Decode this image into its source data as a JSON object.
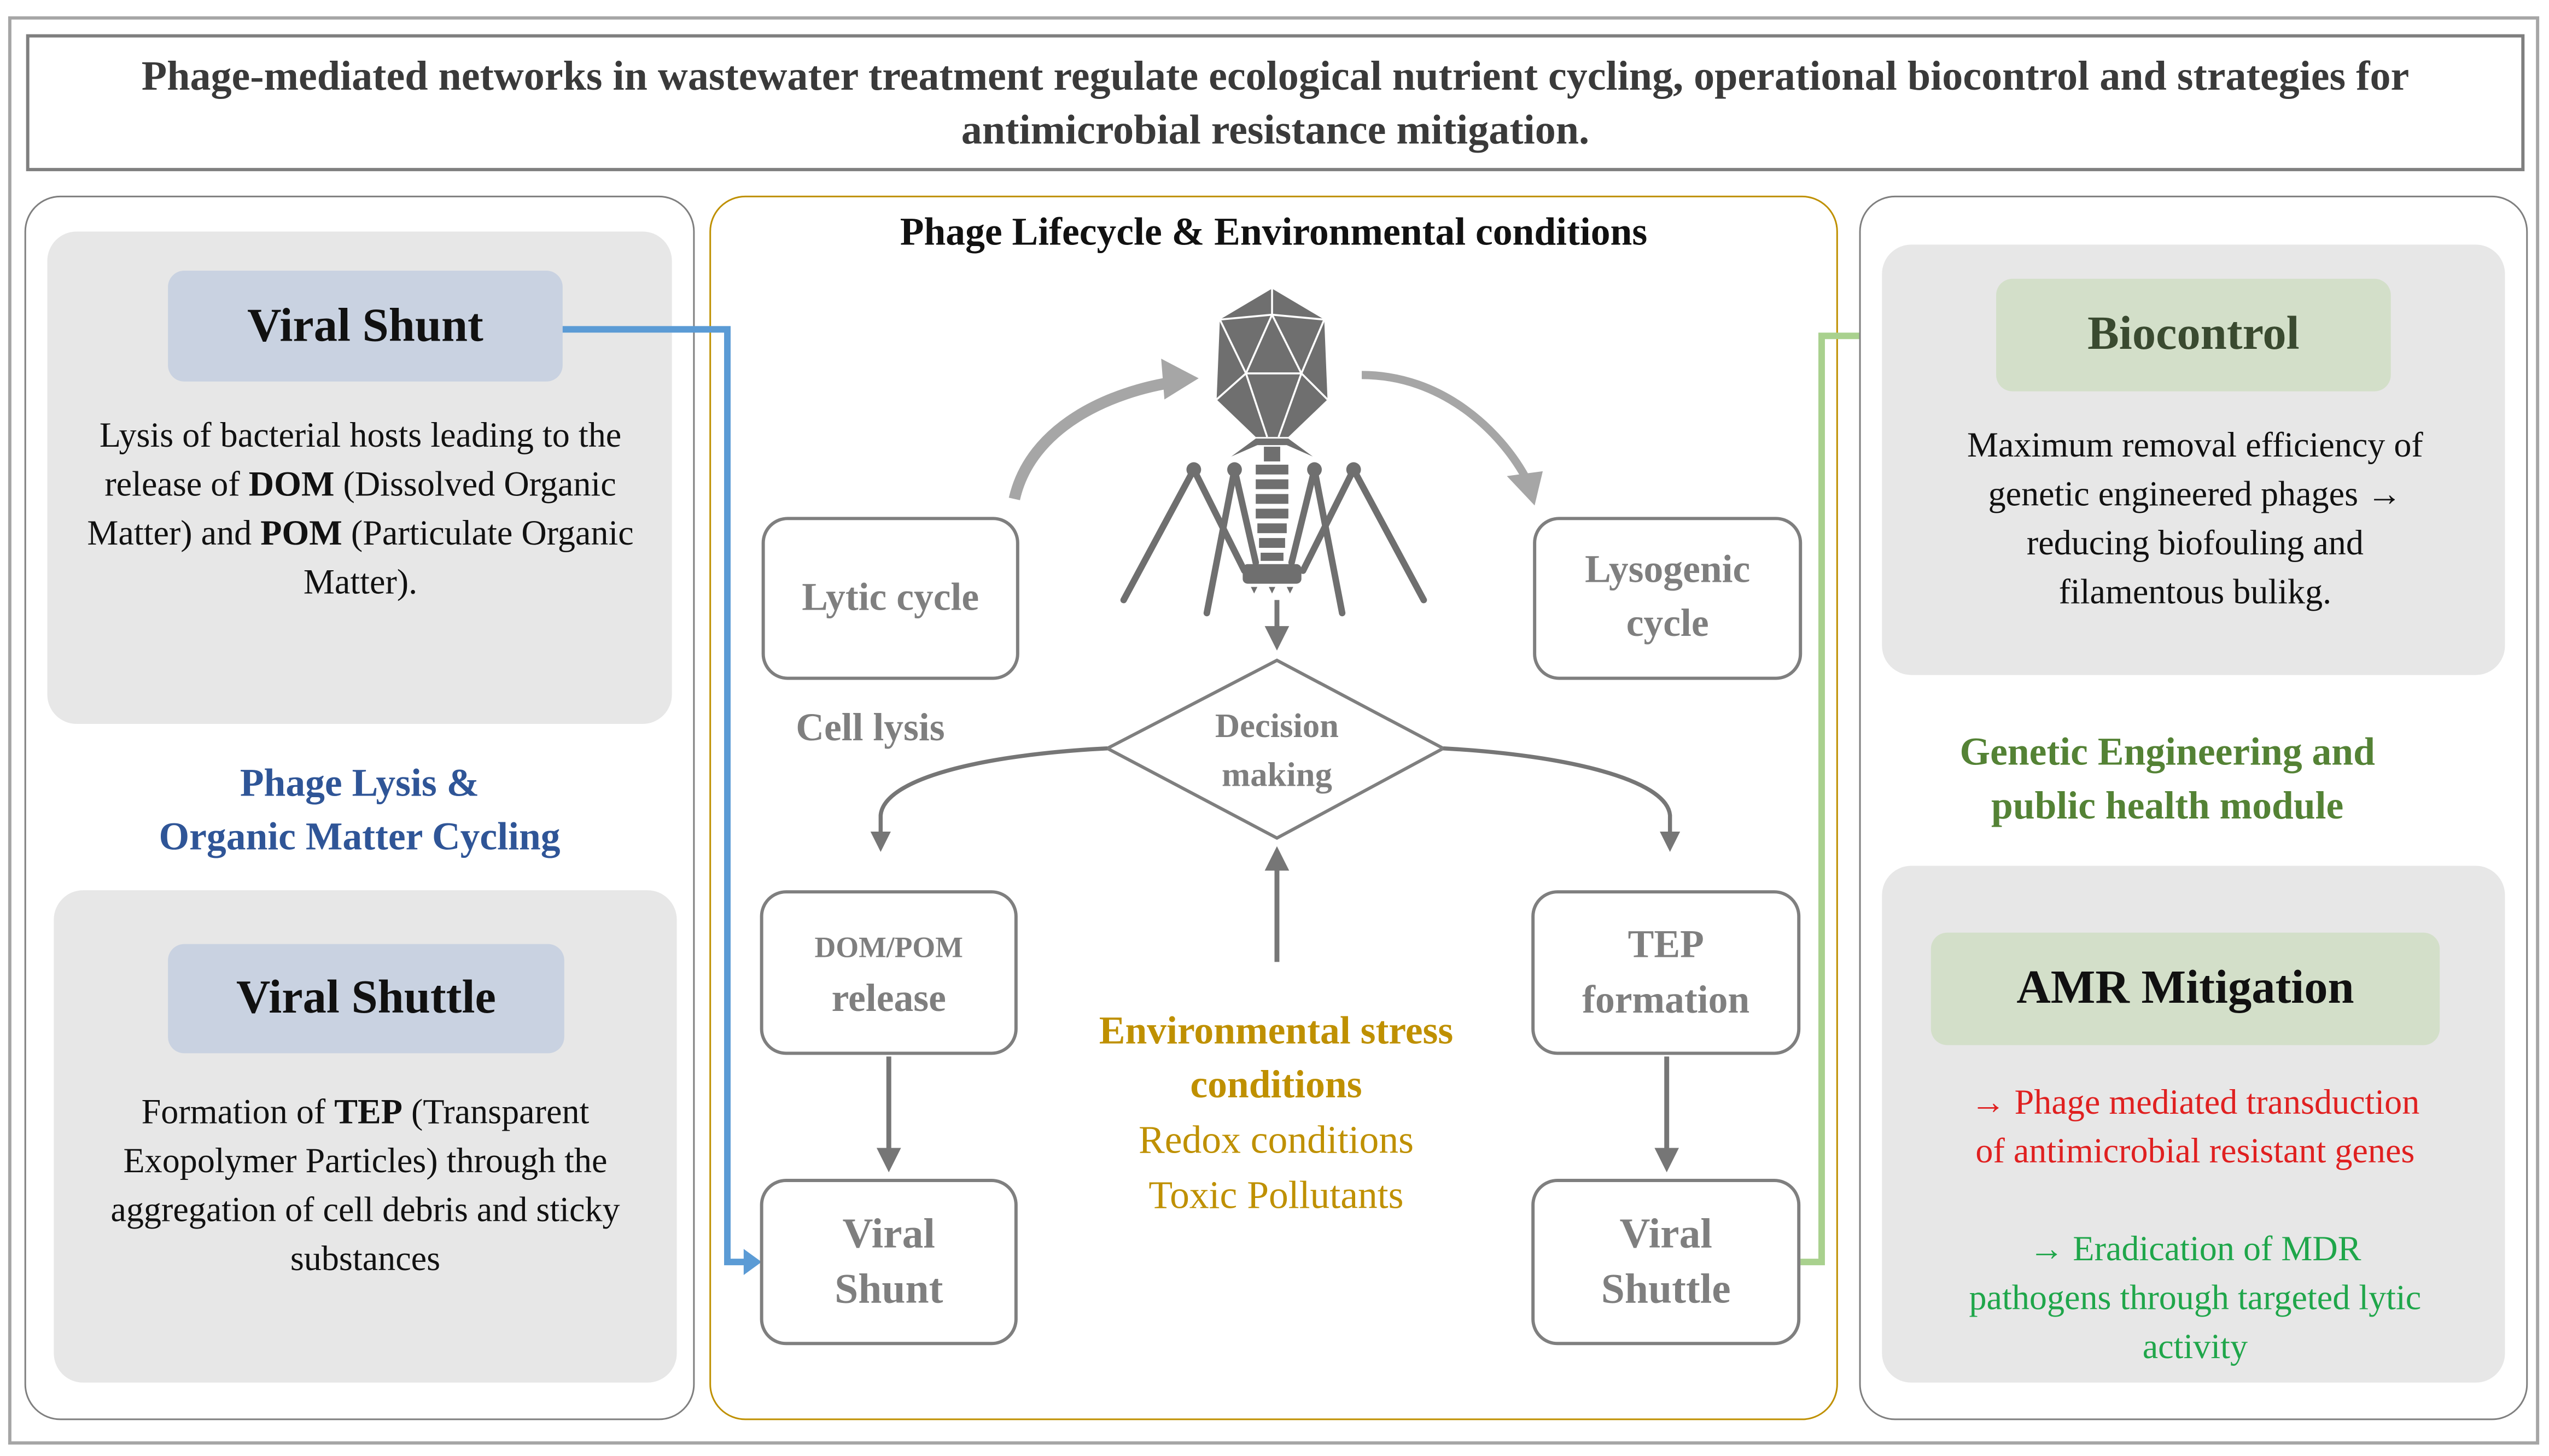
{
  "title": "Phage-mediated networks in wastewater treatment regulate ecological nutrient cycling, operational biocontrol and strategies for antimicrobial resistance mitigation.",
  "left_panel": {
    "viral_shunt": {
      "heading": "Viral Shunt",
      "description_parts": [
        "Lysis of bacterial hosts leading to the release of ",
        "DOM",
        " (Dissolved Organic Matter) and ",
        "POM",
        " (Particulate Organic Matter)."
      ]
    },
    "module_label_line1": "Phage Lysis &",
    "module_label_line2": "Organic Matter Cycling",
    "viral_shuttle": {
      "heading": "Viral Shuttle",
      "description_parts": [
        "Formation of ",
        "TEP",
        " (Transparent Exopolymer Particles) through the aggregation of cell debris and sticky substances"
      ]
    }
  },
  "center_panel": {
    "title": "Phage Lifecycle & Environmental conditions",
    "icons": {
      "phage": "bacteriophage-icon"
    },
    "nodes": {
      "lytic_cycle": "Lytic cycle",
      "lysogenic_cycle_line1": "Lysogenic",
      "lysogenic_cycle_line2": "cycle",
      "cell_lysis": "Cell lysis",
      "decision_line1": "Decision",
      "decision_line2": "making",
      "dom_pom_line1": "DOM/POM",
      "dom_pom_line2": "release",
      "tep_line1": "TEP",
      "tep_line2": "formation",
      "viral_shunt_line1": "Viral",
      "viral_shunt_line2": "Shunt",
      "viral_shuttle_line1": "Viral",
      "viral_shuttle_line2": "Shuttle"
    },
    "env_stress": {
      "heading_line1": "Environmental stress",
      "heading_line2": "conditions",
      "items": [
        "Redox conditions",
        "Toxic Pollutants"
      ]
    }
  },
  "right_panel": {
    "biocontrol": {
      "heading": "Biocontrol",
      "description_lines": [
        "Maximum removal efficiency of",
        "genetic engineered phages →",
        "reducing biofouling and",
        "filamentous bulikg."
      ]
    },
    "module_label_line1": "Genetic Engineering and",
    "module_label_line2": "public health module",
    "amr": {
      "heading": "AMR Mitigation",
      "negative_lines": [
        "→ Phage mediated transduction",
        "of antimicrobial resistant genes"
      ],
      "positive_lines": [
        "→ Eradication of MDR",
        "pathogens through targeted lytic",
        "activity"
      ]
    }
  },
  "colors": {
    "frame_gray": "#7f7f7f",
    "center_border_gold": "#bf9000",
    "blue_connector": "#5b9bd5",
    "green_connector": "#a9d18e",
    "left_module_label": "#2f5597",
    "right_module_label": "#548235",
    "amr_negative": "#e02020",
    "amr_positive": "#1fa64a",
    "biocontrol_heading": "#3a4a30",
    "card_bg": "#e7e7e7",
    "pill_blue": "#c9d2e1",
    "pill_green": "#d3dfc9"
  }
}
